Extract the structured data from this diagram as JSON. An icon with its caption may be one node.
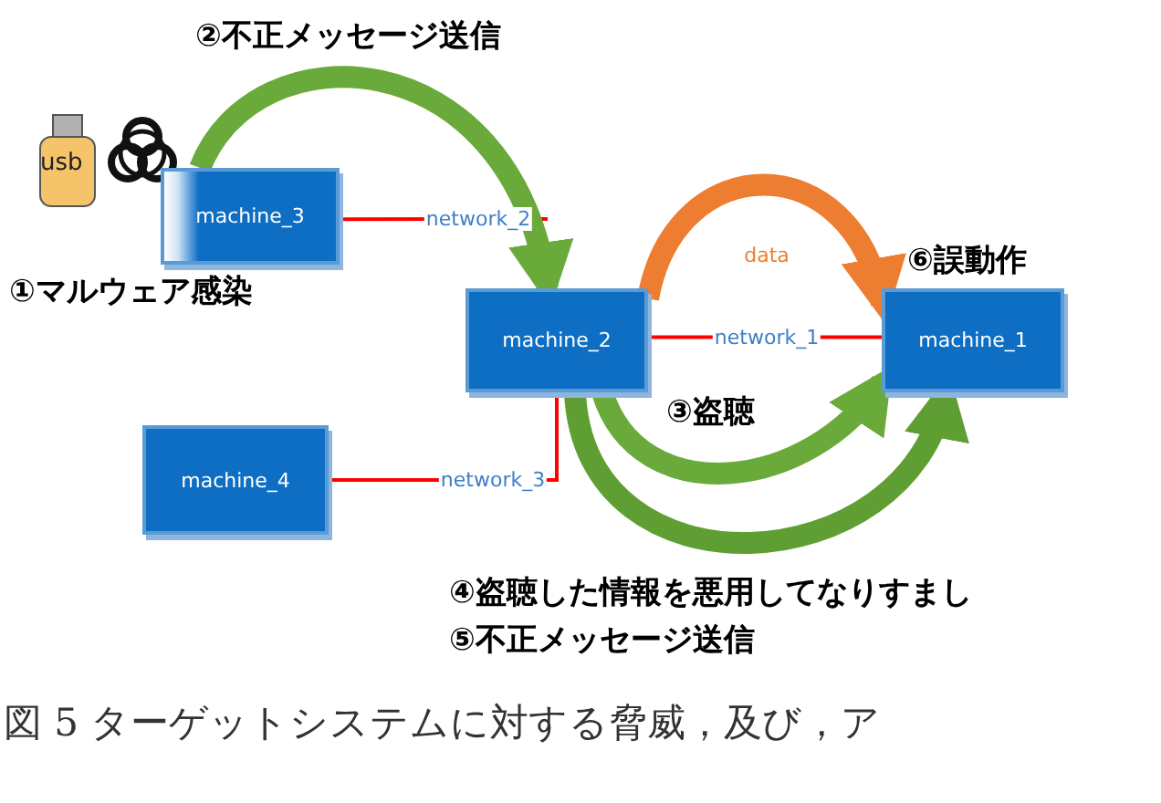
{
  "diagram": {
    "caption": "図 5 ターゲットシステムに対する脅威，及び，ア",
    "nodes": [
      {
        "text": [
          "machine_3"
        ],
        "beside": [
          "①マルウェア感染"
        ]
      },
      {
        "text": [
          "machine_2"
        ]
      },
      {
        "text": [
          "machine_1"
        ],
        "beside": [
          "⑥誤動作"
        ]
      },
      {
        "text": [
          "machine_4"
        ]
      }
    ],
    "edges": [
      {
        "from": 0,
        "to": null,
        "arrow": "none",
        "label": "network_2"
      },
      {
        "from": 1,
        "to": 2,
        "arrow": "none",
        "label": "network_1"
      },
      {
        "from": 3,
        "to": 1,
        "arrow": "none",
        "label": "network_3"
      },
      {
        "from": 0,
        "to": 1,
        "arrow": "to",
        "color": "#6aaa3a"
      },
      {
        "from": 1,
        "to": 2,
        "arrow": "to",
        "color": "#ed7d31",
        "label": "data"
      },
      {
        "from": 1,
        "to": 2,
        "arrow": "to",
        "color": "#6aaa3a"
      },
      {
        "from": 1,
        "to": 2,
        "arrow": "to",
        "color": "#5e9e33"
      }
    ],
    "labels": [
      "usb",
      "②不正メッセージ送信",
      "③盗聴",
      "④盗聴した情報を悪用してなりすまし",
      "⑤不正メッセージ送信"
    ]
  }
}
